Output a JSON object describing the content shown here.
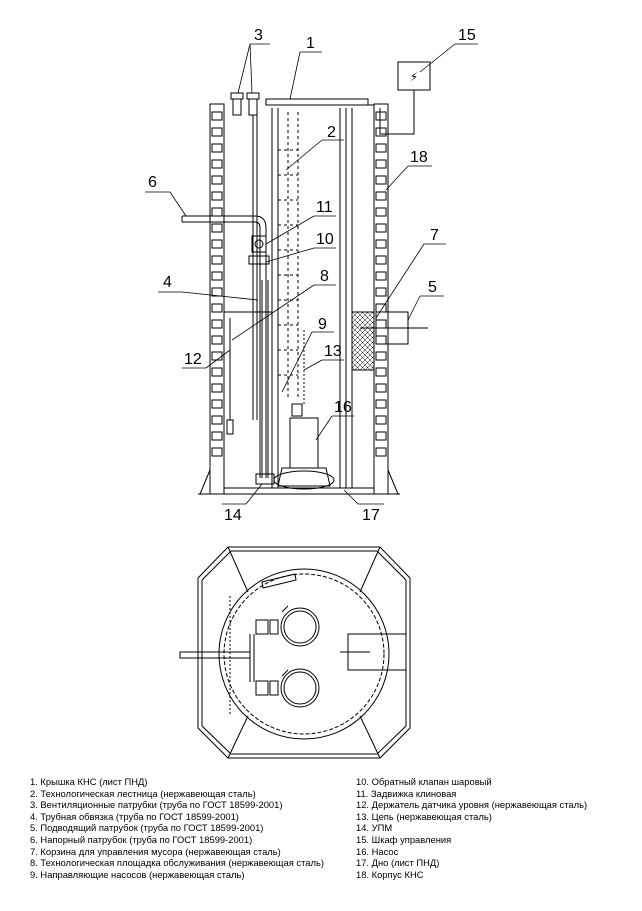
{
  "callouts": [
    "1",
    "2",
    "3",
    "4",
    "5",
    "6",
    "7",
    "8",
    "9",
    "10",
    "11",
    "12",
    "13",
    "14",
    "15",
    "16",
    "17",
    "18"
  ],
  "control_panel_symbol": "⚡",
  "legend_left": [
    "1. Крышка КНС (лист ПНД)",
    "2. Технологическая лестница (нержавеющая сталь)",
    "3. Вентиляционные патрубки (труба по ГОСТ 18599-2001)",
    "4. Трубная обвязка (труба по ГОСТ 18599-2001)",
    "5. Подводящий патрубок (труба по ГОСТ 18599-2001)",
    "6. Напорный патрубок (труба по ГОСТ 18599-2001)",
    "7. Корзина для управления мусора (нержавеющая сталь)",
    "8. Технологическая площадка обслуживания (нержавеющая сталь)",
    "9. Направляющие насосов (нержавеющая сталь)"
  ],
  "legend_right": [
    "10. Обратный клапан шаровый",
    "11. Задвижка клиновая",
    "12. Держатель датчика уровня (нержавеющая сталь)",
    "13. Цепь (нержавеющая сталь)",
    "14. УПМ",
    "15. Шкаф управления",
    "16. Насос",
    "17. Дно (лист ПНД)",
    "18. Корпус КНС"
  ]
}
